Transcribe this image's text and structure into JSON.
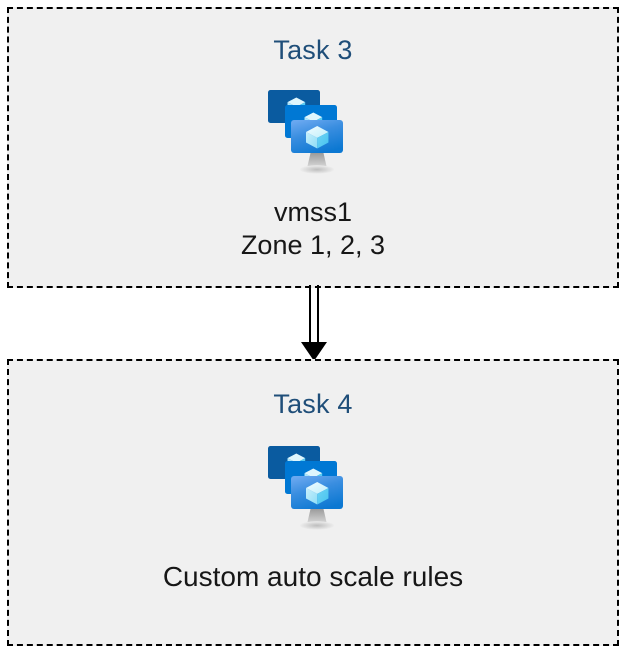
{
  "diagram": {
    "type": "flow",
    "background_color": "#ffffff",
    "box_fill_color": "#f0f0f0",
    "box_border_color": "#000000",
    "title_color": "#1F4E79",
    "caption_color": "#171717",
    "connector_color": "#000000",
    "boxes": [
      {
        "id": "task-3",
        "title": "Task 3",
        "icon": "vm-scale-set-icon",
        "caption_lines": [
          "vmss1",
          "Zone 1, 2, 3"
        ]
      },
      {
        "id": "task-4",
        "title": "Task 4",
        "icon": "vm-scale-set-icon",
        "caption_lines": [
          "Custom auto scale rules"
        ]
      }
    ],
    "connector": {
      "from": "task-3",
      "to": "task-4",
      "style": "double-line-arrow",
      "direction": "down"
    },
    "icon_colors": {
      "monitor_back": "#0A5BA0",
      "monitor_middle": "#0078D4",
      "monitor_front_top": "#5EA0EE",
      "monitor_front_bottom": "#0F7BD6",
      "cube_light": "#DFF6FD",
      "cube_mid": "#9BE3FA",
      "cube_deep": "#4FC8F2",
      "stand": "#A8A8A8"
    }
  }
}
